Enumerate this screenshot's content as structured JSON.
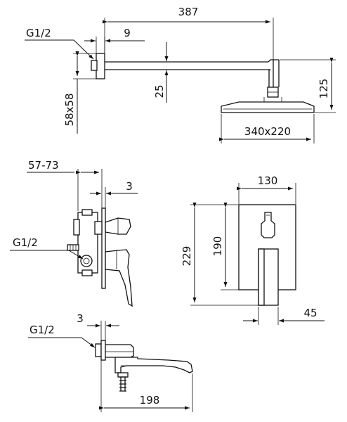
{
  "shower_head": {
    "arm_length": "387",
    "flange_offset": "9",
    "thread": "G1/2",
    "flange_size": "58x58",
    "arm_diameter": "25",
    "head_height": "125",
    "head_size": "340x220"
  },
  "mixer_side": {
    "depth_range": "57-73",
    "plate_offset": "3",
    "thread": "G1/2"
  },
  "mixer_front": {
    "plate_width": "130",
    "plate_height": "229",
    "cartridge_height": "190",
    "handle_width": "45"
  },
  "spout": {
    "thread": "G1/2",
    "plate_offset": "3",
    "length": "198"
  }
}
